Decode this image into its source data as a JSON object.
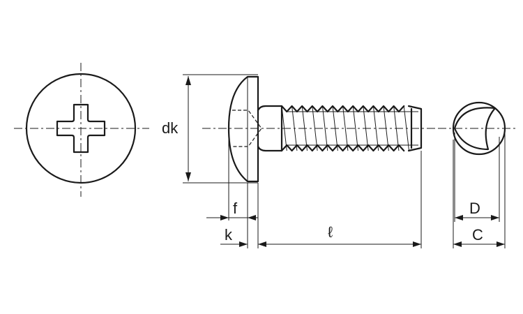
{
  "labels": {
    "dk": "dk",
    "f": "f",
    "k": "k",
    "l": "ℓ",
    "D": "D",
    "C": "C"
  }
}
